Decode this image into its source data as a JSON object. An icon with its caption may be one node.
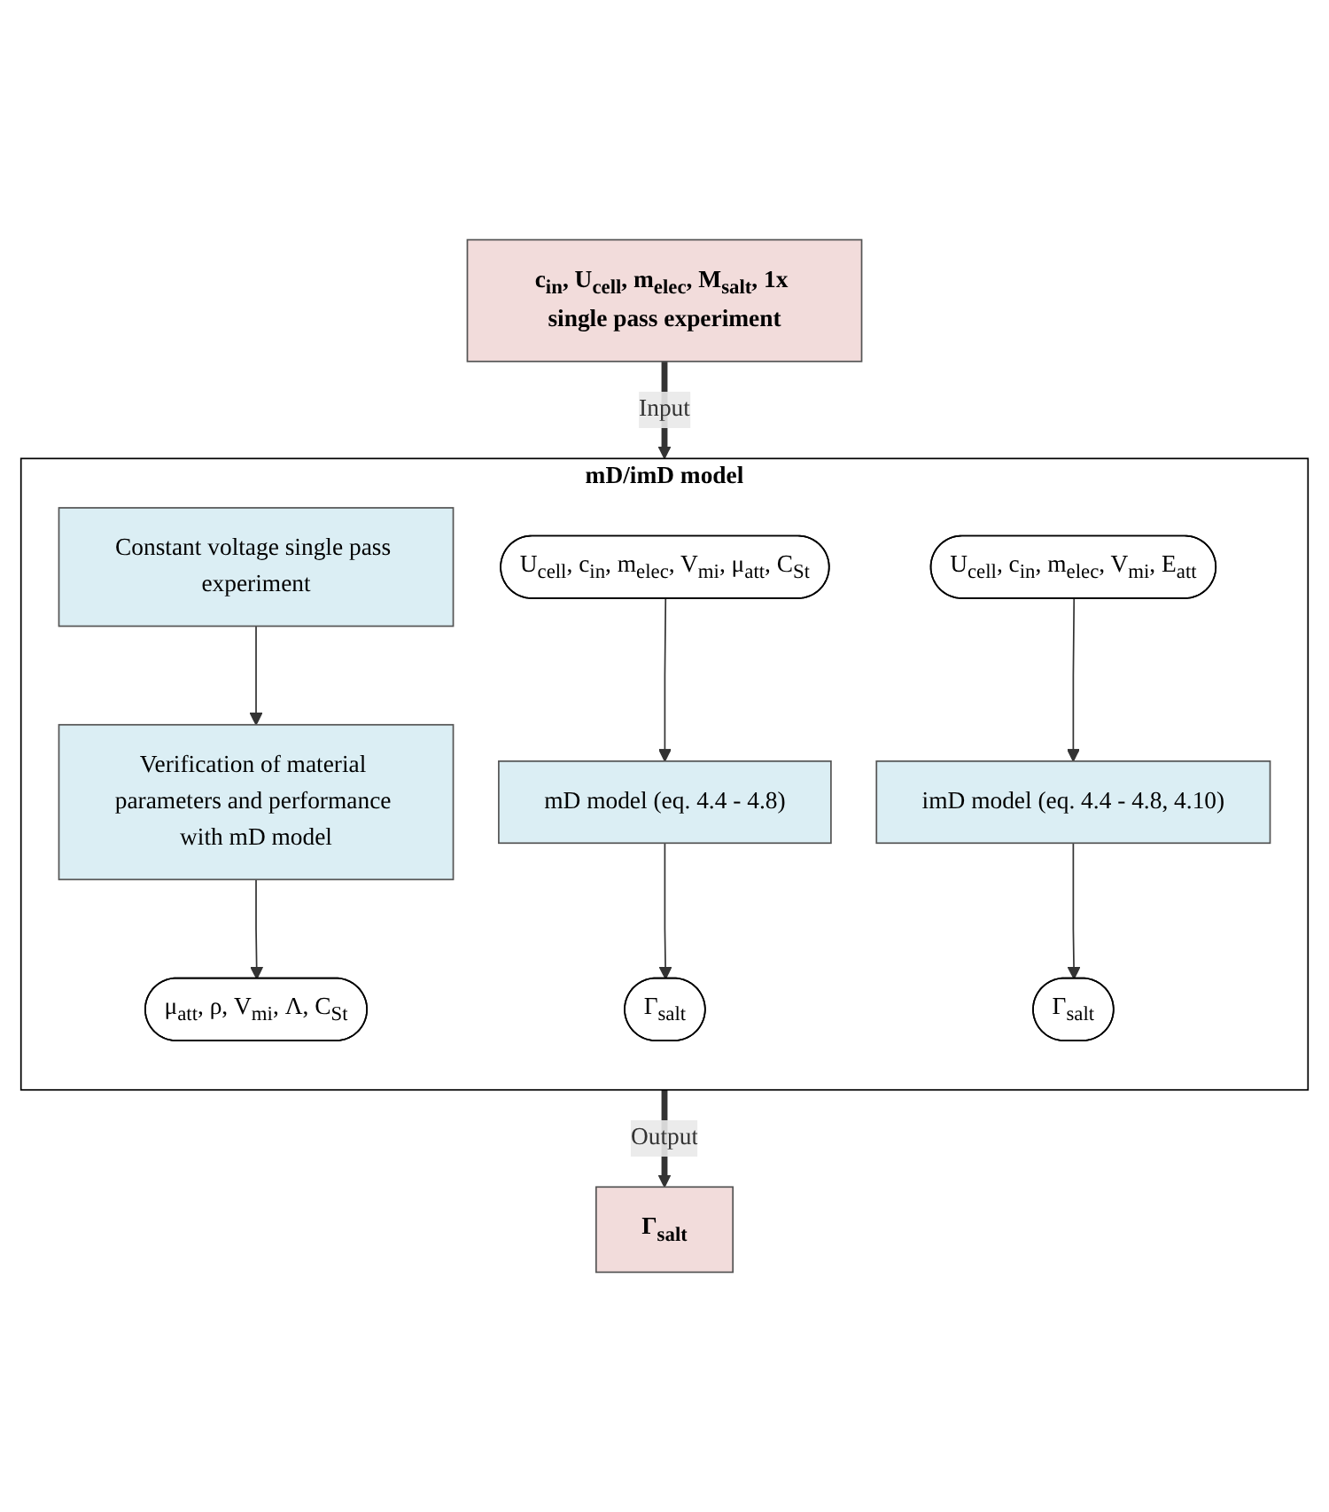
{
  "diagram": {
    "nodes": [
      {
        "text": [
          "c$_{in}$, U$_{cell}$, m$_{elec}$, M$_{salt}$, 1x single pass experiment"
        ]
      },
      {
        "text": [
          "mD/imD model"
        ]
      },
      {
        "text": [
          "Constant voltage single pass experiment"
        ],
        "in": 1
      },
      {
        "text": [
          "Verification of material parameters and performance with mD model"
        ],
        "in": 1
      },
      {
        "text": [
          "μ$_{att}$, ρ, V$_{mi}$, Λ, C$_{St}$"
        ],
        "in": 1
      },
      {
        "text": [
          "U$_{cell}$, c$_{in}$, m$_{elec}$, V$_{mi}$, μ$_{att}$, C$_{St}$"
        ],
        "in": 1
      },
      {
        "text": [
          "mD model (eq. 4.4 - 4.8)"
        ],
        "in": 1
      },
      {
        "text": [
          "Γ$_{salt}$"
        ],
        "in": 1
      },
      {
        "text": [
          "U$_{cell}$, c$_{in}$, m$_{elec}$, V$_{mi}$, E$_{att}$"
        ],
        "in": 1
      },
      {
        "text": [
          "imD model (eq. 4.4 - 4.8, 4.10)"
        ],
        "in": 1
      },
      {
        "text": [
          "Γ$_{salt}$"
        ],
        "in": 1
      },
      {
        "text": [
          "Γ$_{salt}$"
        ]
      }
    ],
    "edges": [
      {
        "from": 0,
        "to": 1,
        "arrow": "to",
        "label": "Input",
        "style": "thick"
      },
      {
        "from": 2,
        "to": 3,
        "arrow": "to"
      },
      {
        "from": 3,
        "to": 4,
        "arrow": "to"
      },
      {
        "from": 5,
        "to": 6,
        "arrow": "to"
      },
      {
        "from": 6,
        "to": 7,
        "arrow": "to"
      },
      {
        "from": 8,
        "to": 9,
        "arrow": "to"
      },
      {
        "from": 9,
        "to": 10,
        "arrow": "to"
      },
      {
        "from": 1,
        "to": 11,
        "arrow": "to",
        "label": "Output",
        "style": "thick"
      }
    ]
  }
}
